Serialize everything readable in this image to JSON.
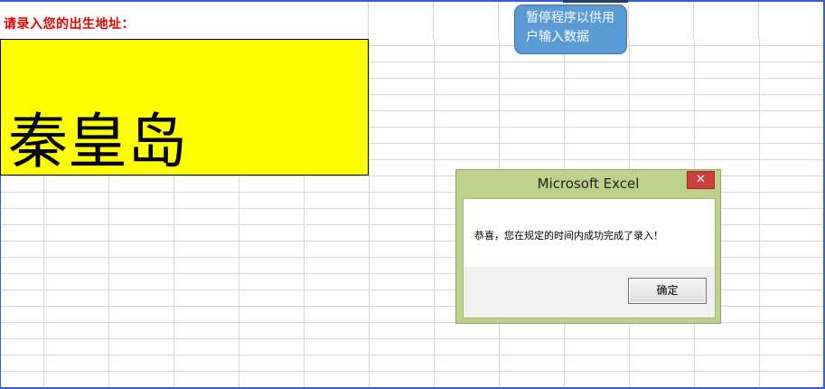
{
  "sheet": {
    "prompt_label": "请录入您的出生地址：",
    "answer_value": "秦皇岛"
  },
  "callout": {
    "text": "暂停程序以供用户输入数据"
  },
  "dialog": {
    "title": "Microsoft Excel",
    "close_glyph": "✕",
    "message": "恭喜，您在规定的时间内成功完成了录入！",
    "ok_label": "确定"
  },
  "colors": {
    "prompt_text": "#e00000",
    "answer_fill": "#ffff00",
    "callout_fill": "#5b9bd5",
    "dialog_frame": "#bdd18a",
    "close_button": "#c9403f",
    "selection_border": "#3b5bdb"
  }
}
